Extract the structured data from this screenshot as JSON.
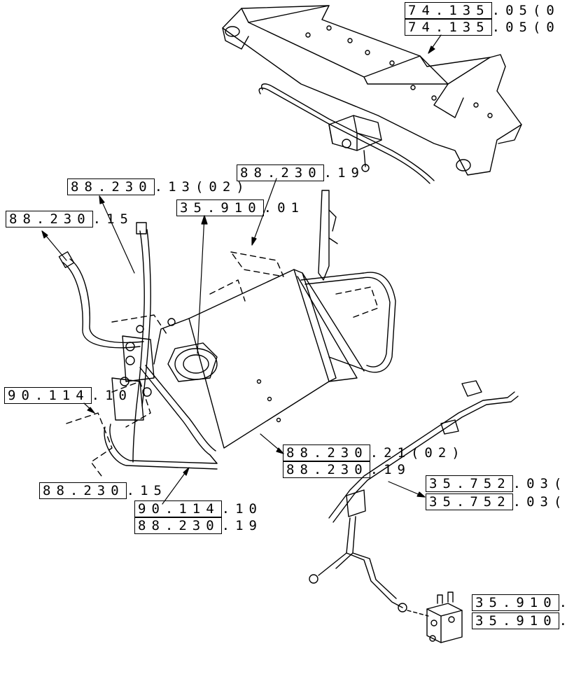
{
  "refs": {
    "r1a": {
      "boxed": "74.135",
      "tail": ".05(0"
    },
    "r1b": {
      "boxed": "74.135",
      "tail": ".05(0"
    },
    "r2": {
      "boxed": "88.230",
      "tail": ".19"
    },
    "r3": {
      "boxed": "88.230",
      "tail": ".13(02)"
    },
    "r4": {
      "boxed": "35.910",
      "tail": ".01"
    },
    "r5": {
      "boxed": "88.230",
      "tail": ".15"
    },
    "r6": {
      "boxed": "90.114",
      "tail": ".10"
    },
    "r7a": {
      "boxed": "88.230",
      "tail": ".21(02)"
    },
    "r7b": {
      "boxed": "88.230",
      "tail": ".19"
    },
    "r8": {
      "boxed": "88.230",
      "tail": ".15"
    },
    "r9a": {
      "boxed": "90.114",
      "tail": ".10"
    },
    "r9b": {
      "boxed": "88.230",
      "tail": ".19"
    },
    "r10a": {
      "boxed": "35.752",
      "tail": ".03("
    },
    "r10b": {
      "boxed": "35.752",
      "tail": ".03("
    },
    "r11a": {
      "boxed": "35.910",
      "tail": "."
    },
    "r11b": {
      "boxed": "35.910",
      "tail": "."
    }
  }
}
